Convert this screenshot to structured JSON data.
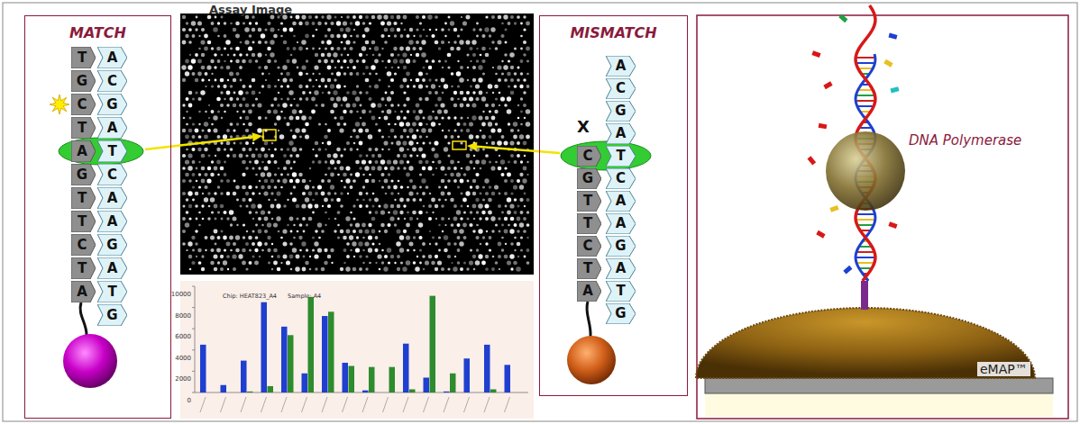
{
  "diagram": {
    "nodes": [
      {
        "text": [
          "MATCH"
        ]
      },
      {
        "text": [
          "T"
        ],
        "in": 0
      },
      {
        "text": [
          "A"
        ],
        "in": 0
      },
      {
        "text": [
          "G"
        ],
        "in": 0
      },
      {
        "text": [
          "C"
        ],
        "in": 0
      },
      {
        "text": [
          "C"
        ],
        "in": 0
      },
      {
        "text": [
          "G"
        ],
        "in": 0
      },
      {
        "text": [
          "T"
        ],
        "in": 0
      },
      {
        "text": [
          "A"
        ],
        "in": 0
      },
      {
        "text": [
          "A"
        ],
        "in": 0
      },
      {
        "text": [
          "T"
        ],
        "in": 0
      },
      {
        "text": [
          "G"
        ],
        "in": 0
      },
      {
        "text": [
          "C"
        ],
        "in": 0
      },
      {
        "text": [
          "T"
        ],
        "in": 0
      },
      {
        "text": [
          "A"
        ],
        "in": 0
      },
      {
        "text": [
          "T"
        ],
        "in": 0
      },
      {
        "text": [
          "A"
        ],
        "in": 0
      },
      {
        "text": [
          "C"
        ],
        "in": 0
      },
      {
        "text": [
          "G"
        ],
        "in": 0
      },
      {
        "text": [
          "T"
        ],
        "in": 0
      },
      {
        "text": [
          "A"
        ],
        "in": 0
      },
      {
        "text": [
          "A"
        ],
        "in": 0
      },
      {
        "text": [
          "T"
        ],
        "in": 0
      },
      {
        "text": [
          "G"
        ],
        "in": 0
      },
      {
        "text": [
          "MISMATCH"
        ]
      },
      {
        "text": [
          "A"
        ],
        "in": 24
      },
      {
        "text": [
          "C"
        ],
        "in": 24
      },
      {
        "text": [
          "G"
        ],
        "in": 24
      },
      {
        "text": [
          "A"
        ],
        "in": 24
      },
      {
        "text": [
          "C"
        ],
        "in": 24
      },
      {
        "text": [
          "T"
        ],
        "in": 24
      },
      {
        "text": [
          "G"
        ],
        "in": 24
      },
      {
        "text": [
          "C"
        ],
        "in": 24
      },
      {
        "text": [
          "T"
        ],
        "in": 24
      },
      {
        "text": [
          "A"
        ],
        "in": 24
      },
      {
        "text": [
          "T"
        ],
        "in": 24
      },
      {
        "text": [
          "A"
        ],
        "in": 24
      },
      {
        "text": [
          "C"
        ],
        "in": 24
      },
      {
        "text": [
          "G"
        ],
        "in": 24
      },
      {
        "text": [
          "T"
        ],
        "in": 24
      },
      {
        "text": [
          "A"
        ],
        "in": 24
      },
      {
        "text": [
          "A"
        ],
        "in": 24
      },
      {
        "text": [
          "T"
        ],
        "in": 24
      },
      {
        "text": [
          "G"
        ],
        "in": 24
      }
    ],
    "labels": [
      "Assay Image",
      "X",
      "Chip: HEAT823_A4",
      "Sample: A4",
      "10000",
      "8000",
      "6000",
      "4000",
      "2000",
      "0",
      "DNA Polymerase",
      "eMAP™"
    ]
  }
}
